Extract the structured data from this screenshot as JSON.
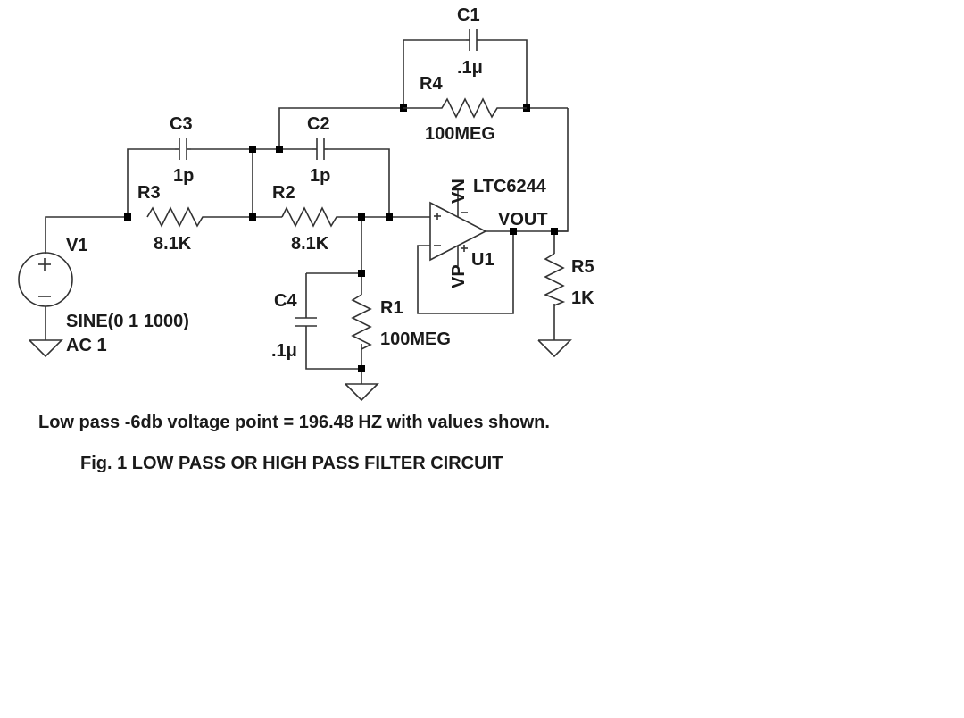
{
  "components": {
    "C1": {
      "ref": "C1",
      "value": ".1μ"
    },
    "C2": {
      "ref": "C2",
      "value": "1p"
    },
    "C3": {
      "ref": "C3",
      "value": "1p"
    },
    "C4": {
      "ref": "C4",
      "value": ".1μ"
    },
    "R1": {
      "ref": "R1",
      "value": "100MEG"
    },
    "R2": {
      "ref": "R2",
      "value": "8.1K"
    },
    "R3": {
      "ref": "R3",
      "value": "8.1K"
    },
    "R4": {
      "ref": "R4",
      "value": "100MEG"
    },
    "R5": {
      "ref": "R5",
      "value": "1K"
    },
    "V1": {
      "ref": "V1",
      "value_line1": "SINE(0 1 1000)",
      "value_line2": "AC 1"
    },
    "U1": {
      "ref": "U1",
      "model": "LTC6244",
      "pin_vn": "VN",
      "pin_vp": "VP"
    }
  },
  "net_labels": {
    "vout": "VOUT"
  },
  "notes": {
    "result": "Low pass -6db voltage point = 196.48 HZ with values shown.",
    "caption": "Fig. 1  LOW PASS OR HIGH PASS FILTER CIRCUIT"
  },
  "colors": {
    "ink": "#1a1a1a",
    "wire": "#333333"
  }
}
